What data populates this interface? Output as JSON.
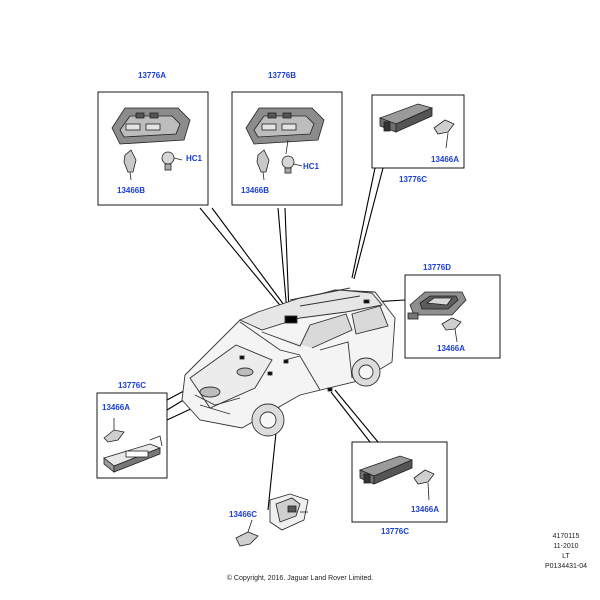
{
  "panels": {
    "roof_console_a": {
      "assembly": "13776A",
      "bulb": "13466B",
      "extra": "HC1"
    },
    "roof_console_b": {
      "assembly": "13776B",
      "bulb": "13466B",
      "extra": "HC1"
    },
    "roof_rear_lamp": {
      "assembly": "13776C",
      "bulb": "13466A"
    },
    "rear_reading_lamp": {
      "assembly": "13776D",
      "bulb": "13466A"
    },
    "front_footwell_lamp": {
      "assembly": "13776C",
      "bulb": "13466A"
    },
    "rear_footwell_lamp": {
      "assembly": "13776C",
      "bulb": "13466A"
    },
    "luggage_lamp": {
      "bulb": "13466C"
    }
  },
  "stamp": {
    "code": "4170115",
    "date": "11-2010",
    "side": "LT",
    "ref": "P0134431-04"
  },
  "copyright": "© Copyright, 2016. Jaguar Land Rover Limited."
}
